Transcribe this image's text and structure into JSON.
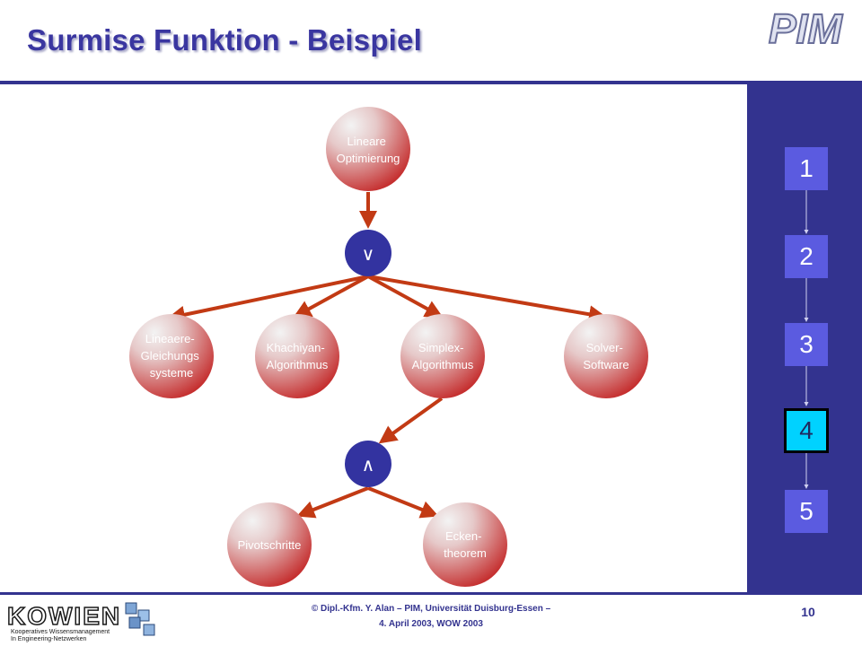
{
  "header": {
    "title": "Surmise Funktion - Beispiel",
    "logo_text": "PIM"
  },
  "diagram": {
    "root": {
      "lines": [
        "Lineare",
        "Optimierung"
      ]
    },
    "or_operator": {
      "symbol": "∨"
    },
    "and_operator": {
      "symbol": "∧"
    },
    "nodes": [
      {
        "id": "lineare-gleichungssysteme",
        "lines": [
          "Lineaere-",
          "Gleichungs",
          "systeme"
        ]
      },
      {
        "id": "khachiyan-algorithmus",
        "lines": [
          "Khachiyan-",
          "Algorithmus"
        ]
      },
      {
        "id": "simplex-algorithmus",
        "lines": [
          "Simplex-",
          "Algorithmus"
        ]
      },
      {
        "id": "solver-software",
        "lines": [
          "Solver-",
          "Software"
        ]
      },
      {
        "id": "pivotschritte",
        "lines": [
          "Pivotschritte"
        ]
      },
      {
        "id": "ecken-theorem",
        "lines": [
          "Ecken-",
          "theorem"
        ]
      }
    ]
  },
  "sidebar": {
    "steps": [
      "1",
      "2",
      "3",
      "4",
      "5"
    ],
    "active_step": "4"
  },
  "footer": {
    "copyright_line1": "© Dipl.-Kfm. Y. Alan – PIM, Universität Duisburg-Essen –",
    "copyright_line2": "4. April 2003, WOW 2003",
    "page_number": "10",
    "logo_name": "KOWIEN",
    "logo_tagline1": "Kooperatives Wissensmanagement",
    "logo_tagline2": "In Engineering-Netzwerken"
  },
  "colors": {
    "title": "#3a36a0",
    "sidebar": "#33338f",
    "step": "#5b5be0",
    "step_active": "#00d2ff",
    "edge": "#c23a14",
    "operator": "#3333a0",
    "node_light": "#f3f3f3",
    "node_dark": "#c42a2a"
  }
}
